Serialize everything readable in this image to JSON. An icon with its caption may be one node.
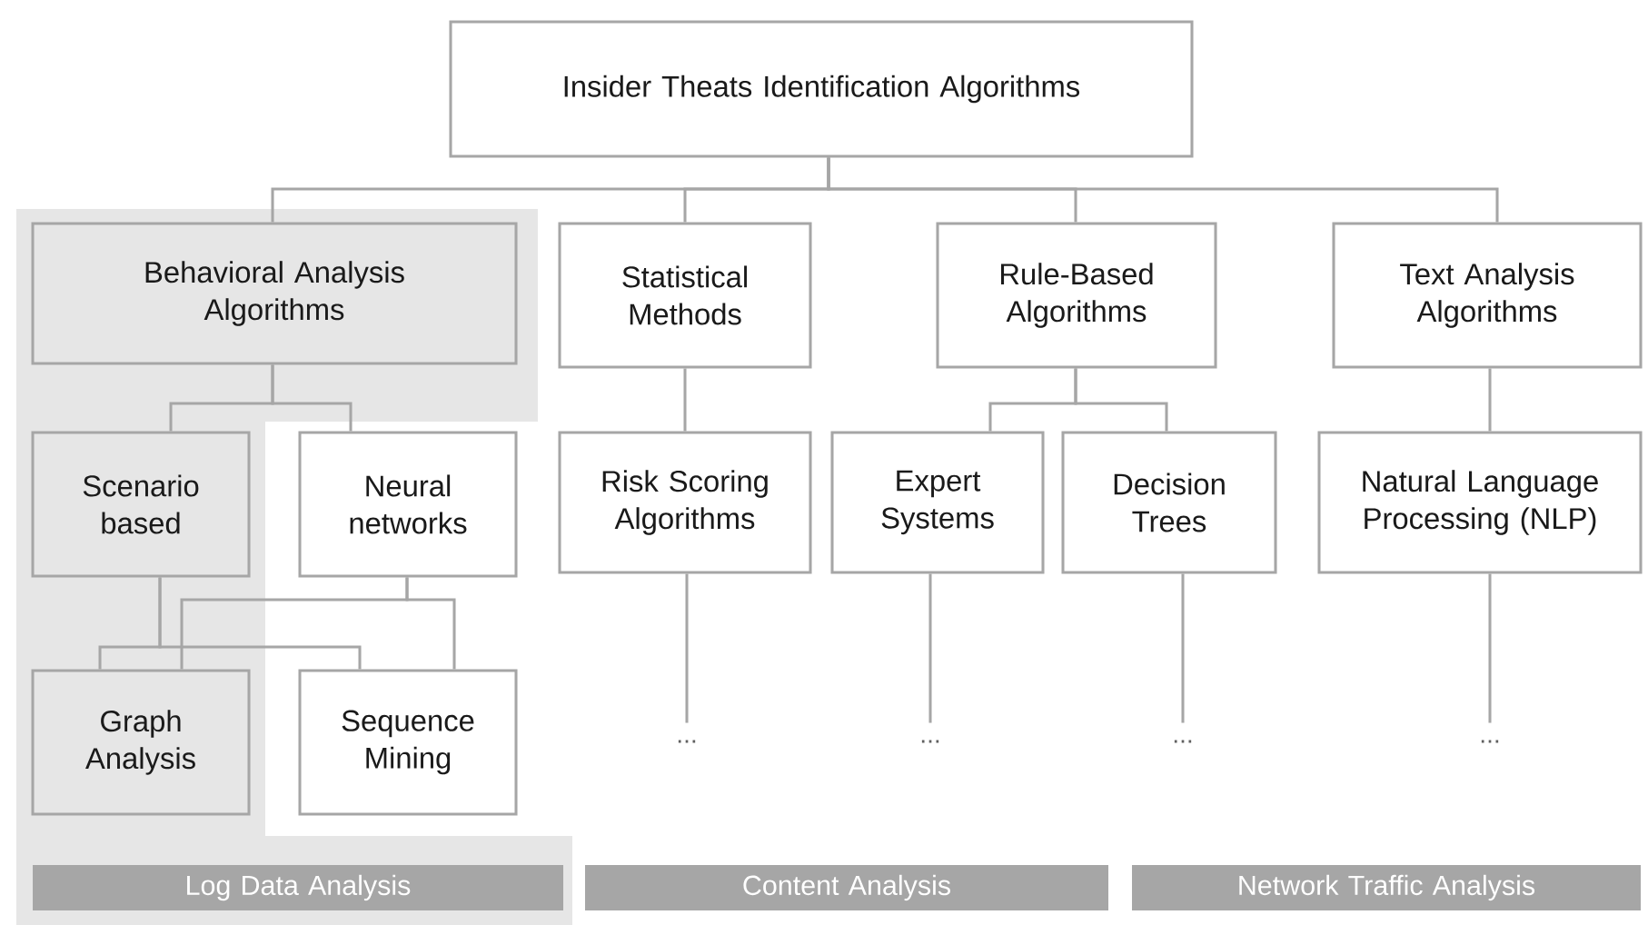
{
  "diagram": {
    "nodes": [
      {
        "text": [
          "Insider Theats Identification Algorithms"
        ]
      },
      {
        "text": [
          "Behavioral Analysis Algorithms"
        ]
      },
      {
        "text": [
          "Statistical Methods"
        ]
      },
      {
        "text": [
          "Rule-Based Algorithms"
        ]
      },
      {
        "text": [
          "Text Analysis Algorithms"
        ]
      },
      {
        "text": [
          "Scenario based"
        ]
      },
      {
        "text": [
          "Neural networks"
        ]
      },
      {
        "text": [
          "Risk Scoring Algorithms"
        ]
      },
      {
        "text": [
          "Expert Systems"
        ]
      },
      {
        "text": [
          "Decision Trees"
        ]
      },
      {
        "text": [
          "Natural Language Processing (NLP)"
        ]
      },
      {
        "text": [
          "Graph Analysis"
        ]
      },
      {
        "text": [
          "Sequence Mining"
        ]
      },
      {
        "text": [
          "..."
        ]
      },
      {
        "text": [
          "..."
        ]
      },
      {
        "text": [
          "..."
        ]
      },
      {
        "text": [
          "..."
        ]
      },
      {
        "text": [
          "Log Data Analysis"
        ]
      },
      {
        "text": [
          "Content Analysis"
        ]
      },
      {
        "text": [
          "Network Traffic Analysis"
        ]
      }
    ],
    "edges": [
      {
        "from": 0,
        "to": 1,
        "arrow": "none"
      },
      {
        "from": 0,
        "to": 2,
        "arrow": "none"
      },
      {
        "from": 0,
        "to": 3,
        "arrow": "none"
      },
      {
        "from": 0,
        "to": 4,
        "arrow": "none"
      },
      {
        "from": 1,
        "to": 5,
        "arrow": "none"
      },
      {
        "from": 1,
        "to": 6,
        "arrow": "none"
      },
      {
        "from": 2,
        "to": 7,
        "arrow": "none"
      },
      {
        "from": 3,
        "to": 8,
        "arrow": "none"
      },
      {
        "from": 3,
        "to": 9,
        "arrow": "none"
      },
      {
        "from": 4,
        "to": 10,
        "arrow": "none"
      },
      {
        "from": 5,
        "to": 11,
        "arrow": "none"
      },
      {
        "from": 5,
        "to": 12,
        "arrow": "none"
      },
      {
        "from": 6,
        "to": 11,
        "arrow": "none"
      },
      {
        "from": 6,
        "to": 12,
        "arrow": "none"
      },
      {
        "from": 7,
        "to": 13,
        "arrow": "none"
      },
      {
        "from": 8,
        "to": 14,
        "arrow": "none"
      },
      {
        "from": 9,
        "to": 15,
        "arrow": "none"
      },
      {
        "from": 10,
        "to": 16,
        "arrow": "none"
      }
    ]
  }
}
